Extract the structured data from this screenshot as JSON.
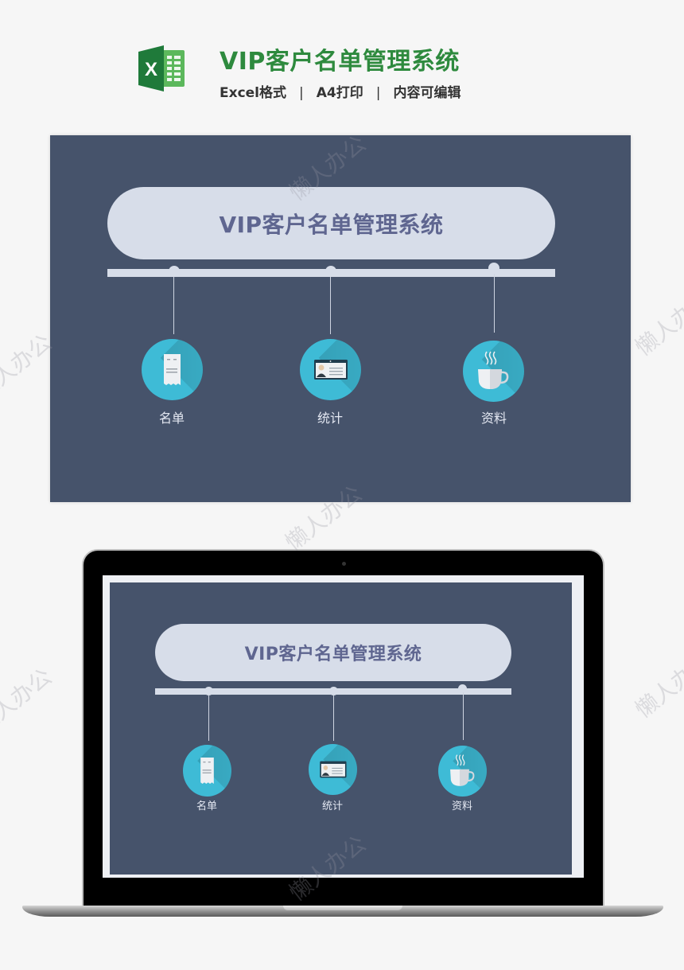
{
  "header": {
    "logo_icon": "excel-icon",
    "logo_letter": "X",
    "title": "VIP客户名单管理系统",
    "features": [
      "Excel格式",
      "A4打印",
      "内容可编辑"
    ],
    "separator": "|"
  },
  "slide": {
    "title": "VIP客户名单管理系统",
    "background": "#46536b",
    "banner_color": "#d7dde9",
    "title_color": "#5f6690",
    "node_color": "#3ebbd6",
    "nodes": [
      {
        "label": "名单",
        "icon": "receipt-icon"
      },
      {
        "label": "统计",
        "icon": "id-card-icon"
      },
      {
        "label": "资料",
        "icon": "coffee-cup-icon"
      }
    ]
  },
  "laptop_preview": {
    "title": "VIP客户名单管理系统",
    "nodes": [
      {
        "label": "名单",
        "icon": "receipt-icon"
      },
      {
        "label": "统计",
        "icon": "id-card-icon"
      },
      {
        "label": "资料",
        "icon": "coffee-cup-icon"
      }
    ]
  },
  "watermark": "懒人办公",
  "colors": {
    "title_green": "#2e8a3e",
    "excel_green": "#1f7a3a",
    "page_bg": "#f6f6f6"
  }
}
